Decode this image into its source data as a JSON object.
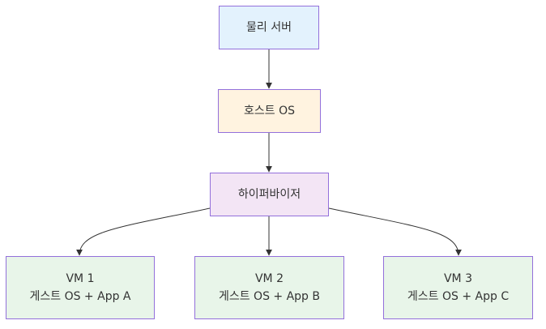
{
  "colors": {
    "border": "#9370db",
    "edge": "#333333",
    "text": "#333333",
    "physical_fill": "#e3f2fd",
    "hostos_fill": "#fff3e0",
    "hypervisor_fill": "#f3e5f5",
    "vm_fill": "#e8f5e9"
  },
  "nodes": {
    "physical": {
      "label": "물리 서버"
    },
    "hostos": {
      "label": "호스트 OS"
    },
    "hypervisor": {
      "label": "하이퍼바이저"
    },
    "vm1": {
      "title": "VM 1",
      "subtitle": "게스트 OS + App A"
    },
    "vm2": {
      "title": "VM 2",
      "subtitle": "게스트 OS + App B"
    },
    "vm3": {
      "title": "VM 3",
      "subtitle": "게스트 OS + App C"
    }
  },
  "edges": [
    {
      "from": "physical",
      "to": "hostos"
    },
    {
      "from": "hostos",
      "to": "hypervisor"
    },
    {
      "from": "hypervisor",
      "to": "vm1"
    },
    {
      "from": "hypervisor",
      "to": "vm2"
    },
    {
      "from": "hypervisor",
      "to": "vm3"
    }
  ]
}
